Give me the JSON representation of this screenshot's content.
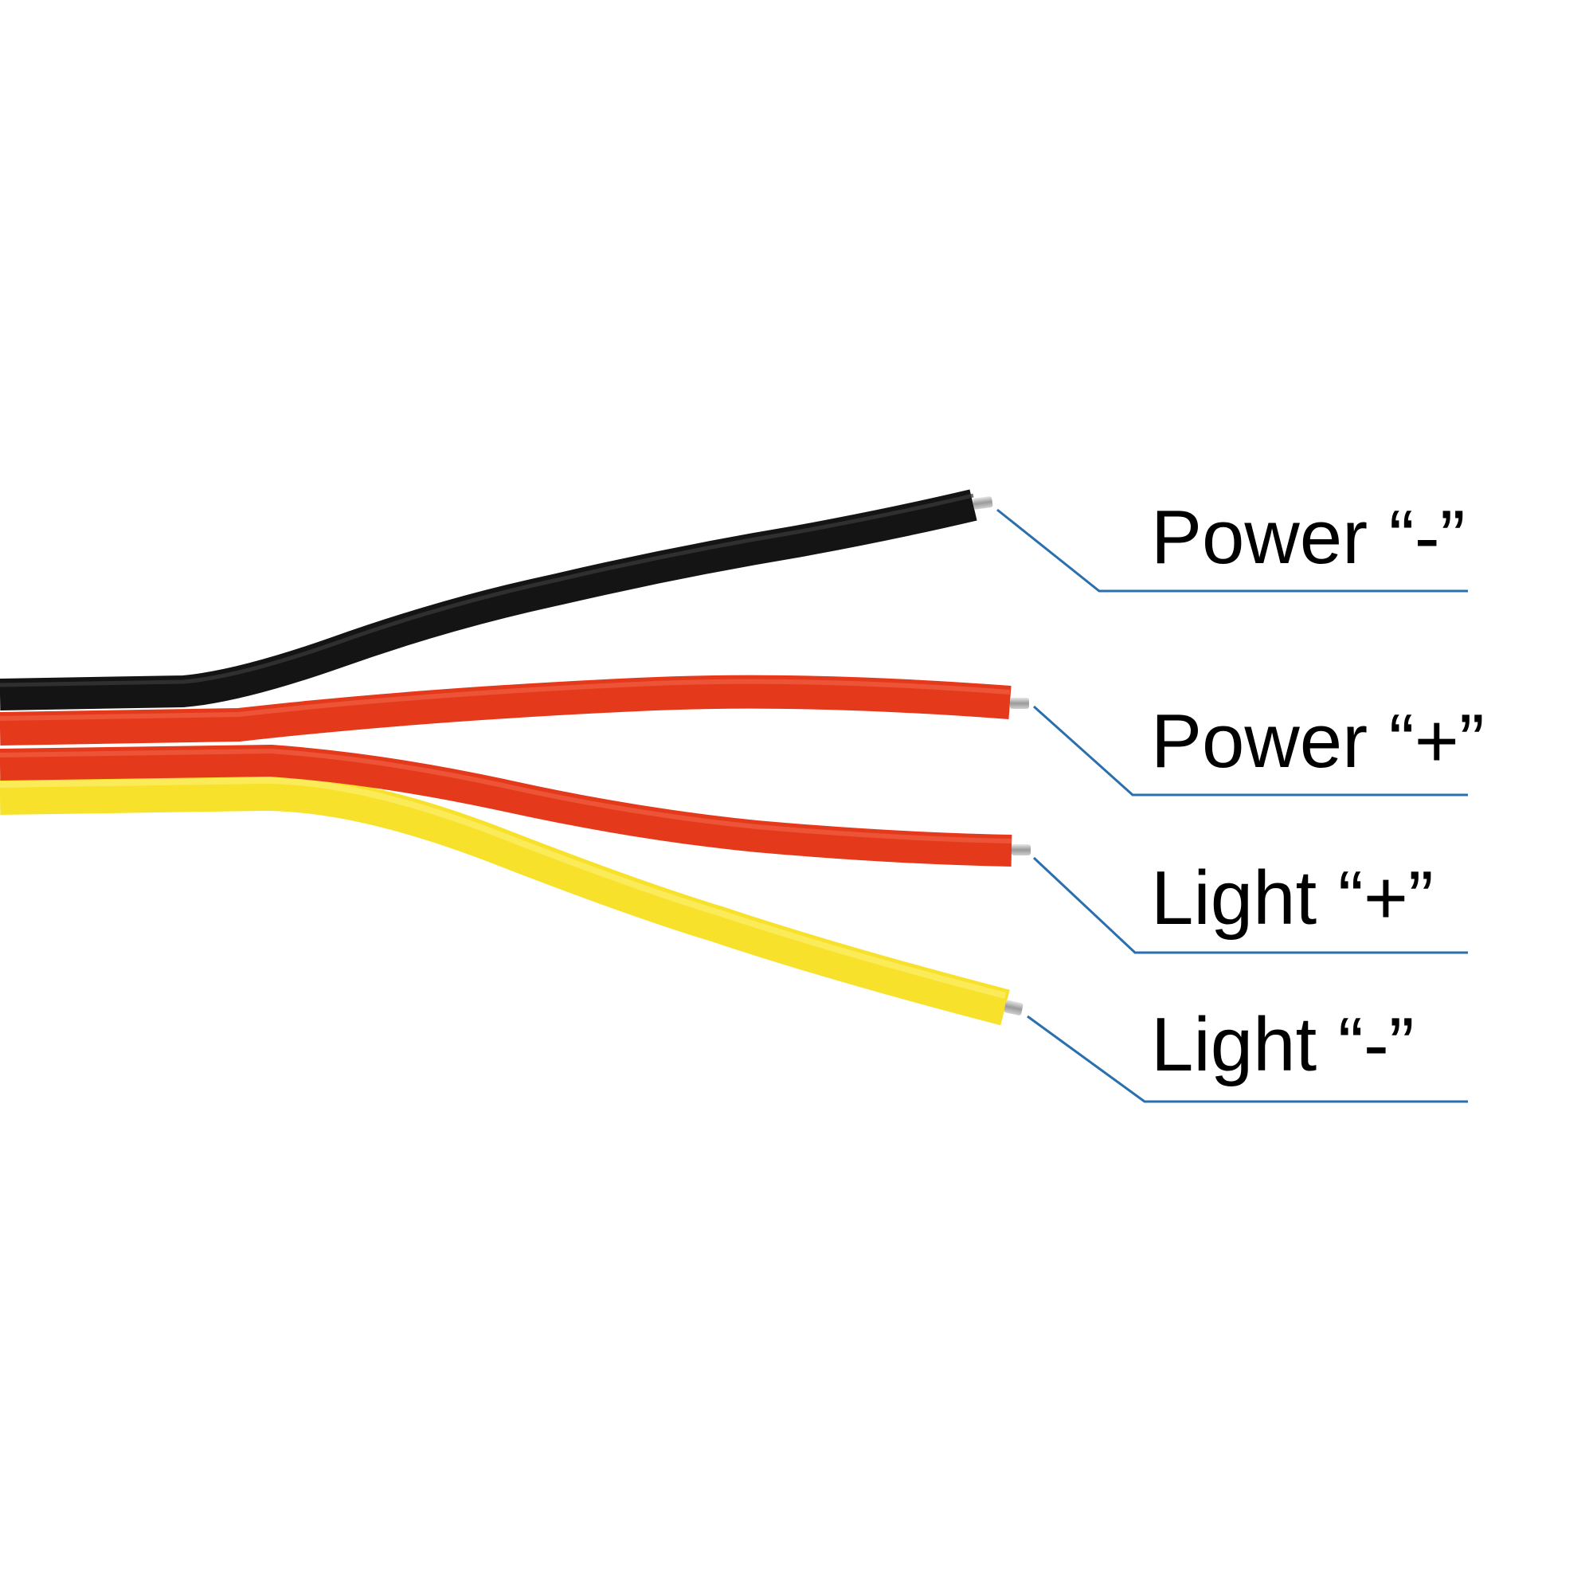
{
  "labels": [
    {
      "text": "Power “-”",
      "wire_color": "#141414"
    },
    {
      "text": "Power “+”",
      "wire_color": "#e5391c"
    },
    {
      "text": "Light “+”",
      "wire_color": "#e5391c"
    },
    {
      "text": "Light “-”",
      "wire_color": "#f7e12a"
    }
  ],
  "colors": {
    "leader_line": "#2a6fae",
    "background": "#ffffff",
    "stripped_tip": "#b8b8b8"
  }
}
